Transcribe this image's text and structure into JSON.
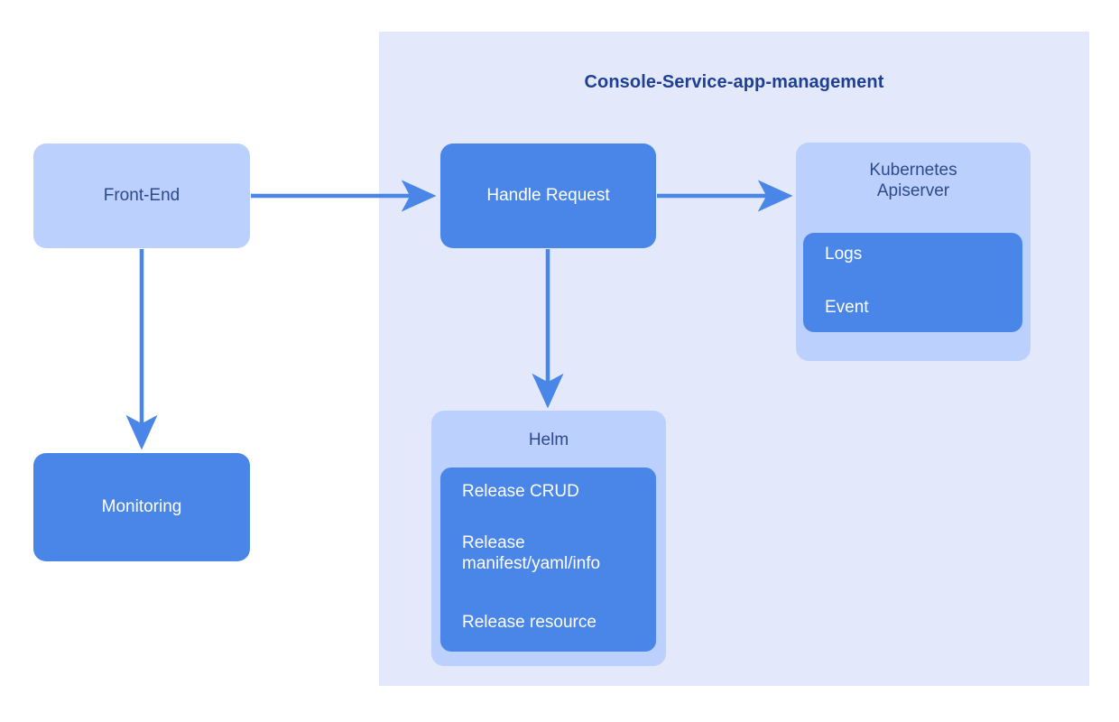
{
  "diagram": {
    "title": "Console-Service-app-management",
    "colors": {
      "panel_background": "#e3e9fb",
      "light_node": "#bcd0fd",
      "solid_node": "#4a86e8",
      "edge": "#4a86e8",
      "dark_text": "#2c4a8c",
      "title_text": "#1f3f94",
      "light_text": "#ffffff",
      "canvas_background": "#ffffff"
    },
    "nodes": {
      "frontend": {
        "label": "Front-End"
      },
      "monitoring": {
        "label": "Monitoring"
      },
      "handle_request": {
        "label": "Handle Request"
      },
      "kubernetes_apiserver": {
        "label": "Kubernetes\nApiserver",
        "title_line_1": "Kubernetes",
        "title_line_2": "Apiserver",
        "items": [
          "Logs",
          "Event"
        ]
      },
      "helm": {
        "label": "Helm",
        "items": [
          "Release CRUD",
          "Release manifest/yaml/info",
          "Release resource"
        ]
      }
    },
    "edges": [
      {
        "from": "frontend",
        "to": "handle_request",
        "direction": "right"
      },
      {
        "from": "frontend",
        "to": "monitoring",
        "direction": "down"
      },
      {
        "from": "handle_request",
        "to": "kubernetes_apiserver",
        "direction": "right"
      },
      {
        "from": "handle_request",
        "to": "helm",
        "direction": "down"
      }
    ]
  }
}
